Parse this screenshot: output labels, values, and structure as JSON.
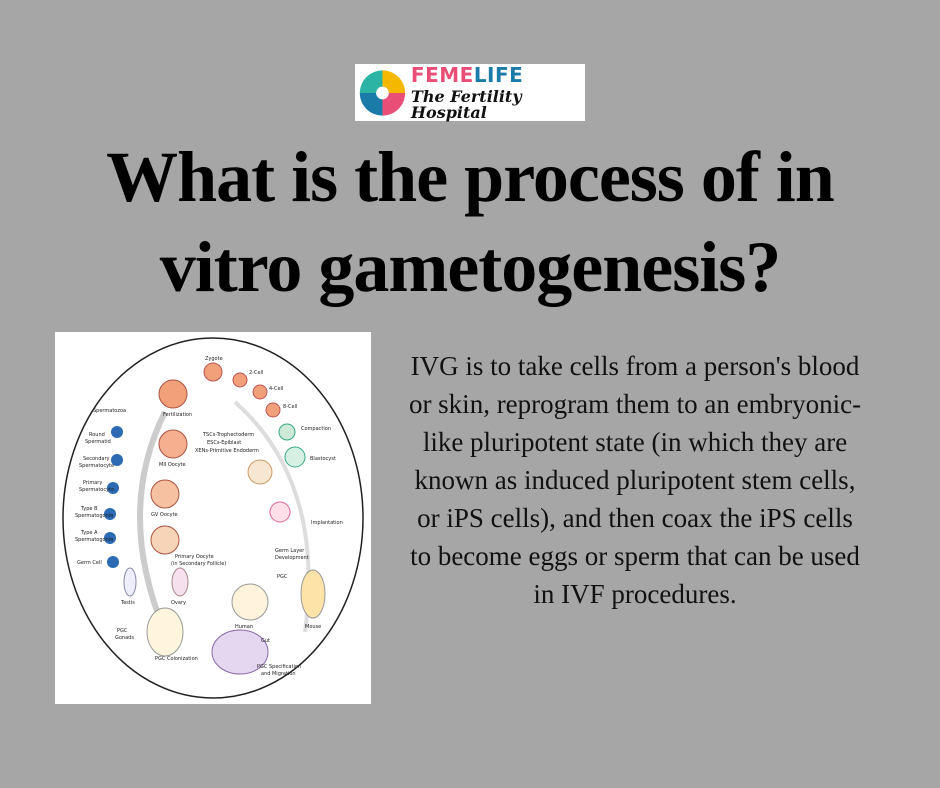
{
  "logo": {
    "brand_part1": "FEME",
    "brand_part2": "LIFE",
    "tagline": "The Fertility Hospital",
    "colors": {
      "pink": "#e94e77",
      "blue": "#1a7aa8",
      "yellow": "#f5b800",
      "teal": "#2bb3a3"
    }
  },
  "title": "What is the process of in vitro gametogenesis?",
  "body": "IVG is to take cells from a person's blood or skin, reprogram them to an embryonic-like pluripotent state (in which they are known as induced pluripotent stem cells, or iPS cells), and then coax the iPS cells to become eggs or sperm that can be used in IVF procedures.",
  "figure_labels": {
    "zygote": "Zygote",
    "cell2": "2-Cell",
    "cell4": "4-Cell",
    "cell8": "8-Cell",
    "compaction": "Compaction",
    "blastocyst": "Blastocyst",
    "tscs": "TSCs-Trophectoderm",
    "escs": "ESCs-Epiblast",
    "xens": "XENs-Primitive Endoderm",
    "implantation": "Implantation",
    "germ_layer": "Germ Layer",
    "development": "Development",
    "pgc": "PGC",
    "human": "Human",
    "mouse": "Mouse",
    "gut": "Gut",
    "pgc_spec": "PGC Specification",
    "and_migration": "and Migration",
    "pgc_colonization": "PGC Colonization",
    "pgc2": "PGC",
    "gonads": "Gonads",
    "testis": "Testis",
    "ovary": "Ovary",
    "spermatozoa": "Spermatozoa",
    "fertilization": "Fertilization",
    "round": "Round",
    "spermatid": "Spermatid",
    "secondary": "Secondary",
    "spermatocyte": "Spermatocyte",
    "primary": "Primary",
    "spermatocyte2": "Spermatocyte",
    "type_b": "Type B",
    "spermatogonia": "Spermatogonia",
    "type_a": "Type A",
    "spermatogonia2": "Spermatogonia",
    "germ_cell": "Germ Cell",
    "mii": "MII Oocyte",
    "gv": "GV Oocyte",
    "primary_oocyte": "Primary Oocyte",
    "in_secondary": "(in Secondary Follicle)"
  }
}
